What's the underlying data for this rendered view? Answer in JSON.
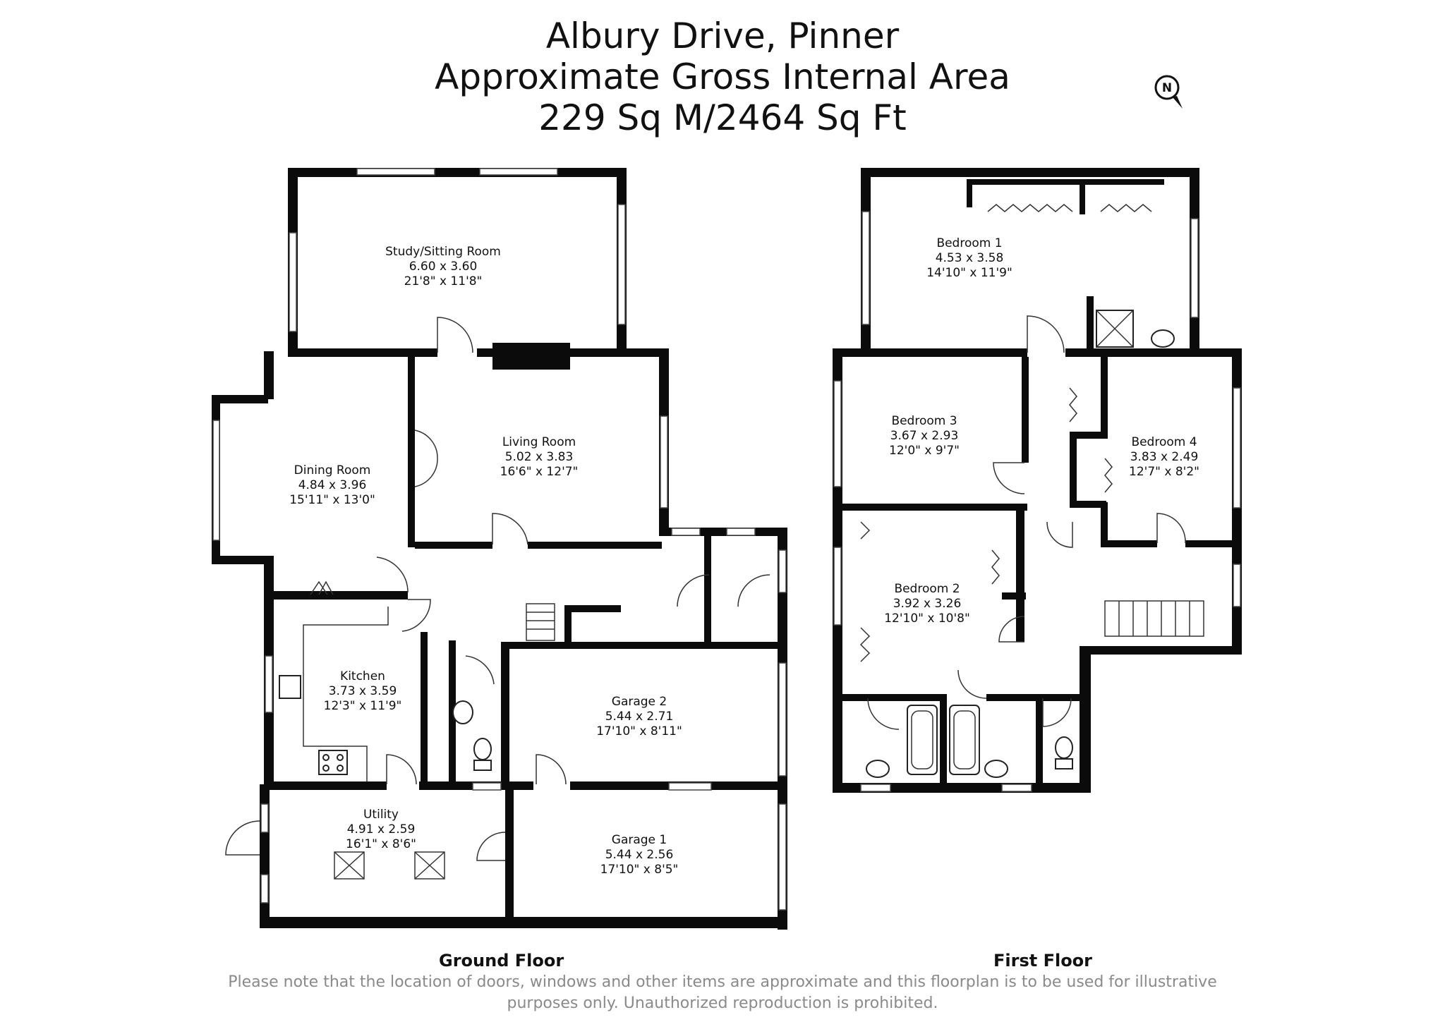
{
  "title": {
    "line1": "Albury Drive, Pinner",
    "line2": "Approximate Gross Internal Area",
    "line3": "229 Sq M/2464 Sq Ft"
  },
  "compass": {
    "letter": "N",
    "icon": "compass-north-icon"
  },
  "ground_floor": {
    "label": "Ground Floor",
    "rooms": [
      {
        "id": "study",
        "name": "Study/Sitting Room",
        "metric": "6.60 x 3.60",
        "imperial": "21'8\" x 11'8\""
      },
      {
        "id": "dining",
        "name": "Dining Room",
        "metric": "4.84 x 3.96",
        "imperial": "15'11\" x 13'0\""
      },
      {
        "id": "living",
        "name": "Living Room",
        "metric": "5.02 x 3.83",
        "imperial": "16'6\" x 12'7\""
      },
      {
        "id": "kitchen",
        "name": "Kitchen",
        "metric": "3.73 x 3.59",
        "imperial": "12'3\" x 11'9\""
      },
      {
        "id": "garage2",
        "name": "Garage 2",
        "metric": "5.44 x 2.71",
        "imperial": "17'10\" x 8'11\""
      },
      {
        "id": "utility",
        "name": "Utility",
        "metric": "4.91 x 2.59",
        "imperial": "16'1\" x 8'6\""
      },
      {
        "id": "garage1",
        "name": "Garage 1",
        "metric": "5.44 x 2.56",
        "imperial": "17'10\" x 8'5\""
      }
    ]
  },
  "first_floor": {
    "label": "First Floor",
    "rooms": [
      {
        "id": "bed1",
        "name": "Bedroom 1",
        "metric": "4.53 x 3.58",
        "imperial": "14'10\" x 11'9\""
      },
      {
        "id": "bed3",
        "name": "Bedroom 3",
        "metric": "3.67 x 2.93",
        "imperial": "12'0\" x 9'7\""
      },
      {
        "id": "bed4",
        "name": "Bedroom 4",
        "metric": "3.83 x 2.49",
        "imperial": "12'7\" x 8'2\""
      },
      {
        "id": "bed2",
        "name": "Bedroom 2",
        "metric": "3.92 x 3.26",
        "imperial": "12'10\" x 10'8\""
      }
    ]
  },
  "disclaimer": {
    "line1": "Please note that the location of doors, windows and other items are approximate and this floorplan is to be used for illustrative",
    "line2": "purposes only. Unauthorized reproduction is prohibited."
  }
}
